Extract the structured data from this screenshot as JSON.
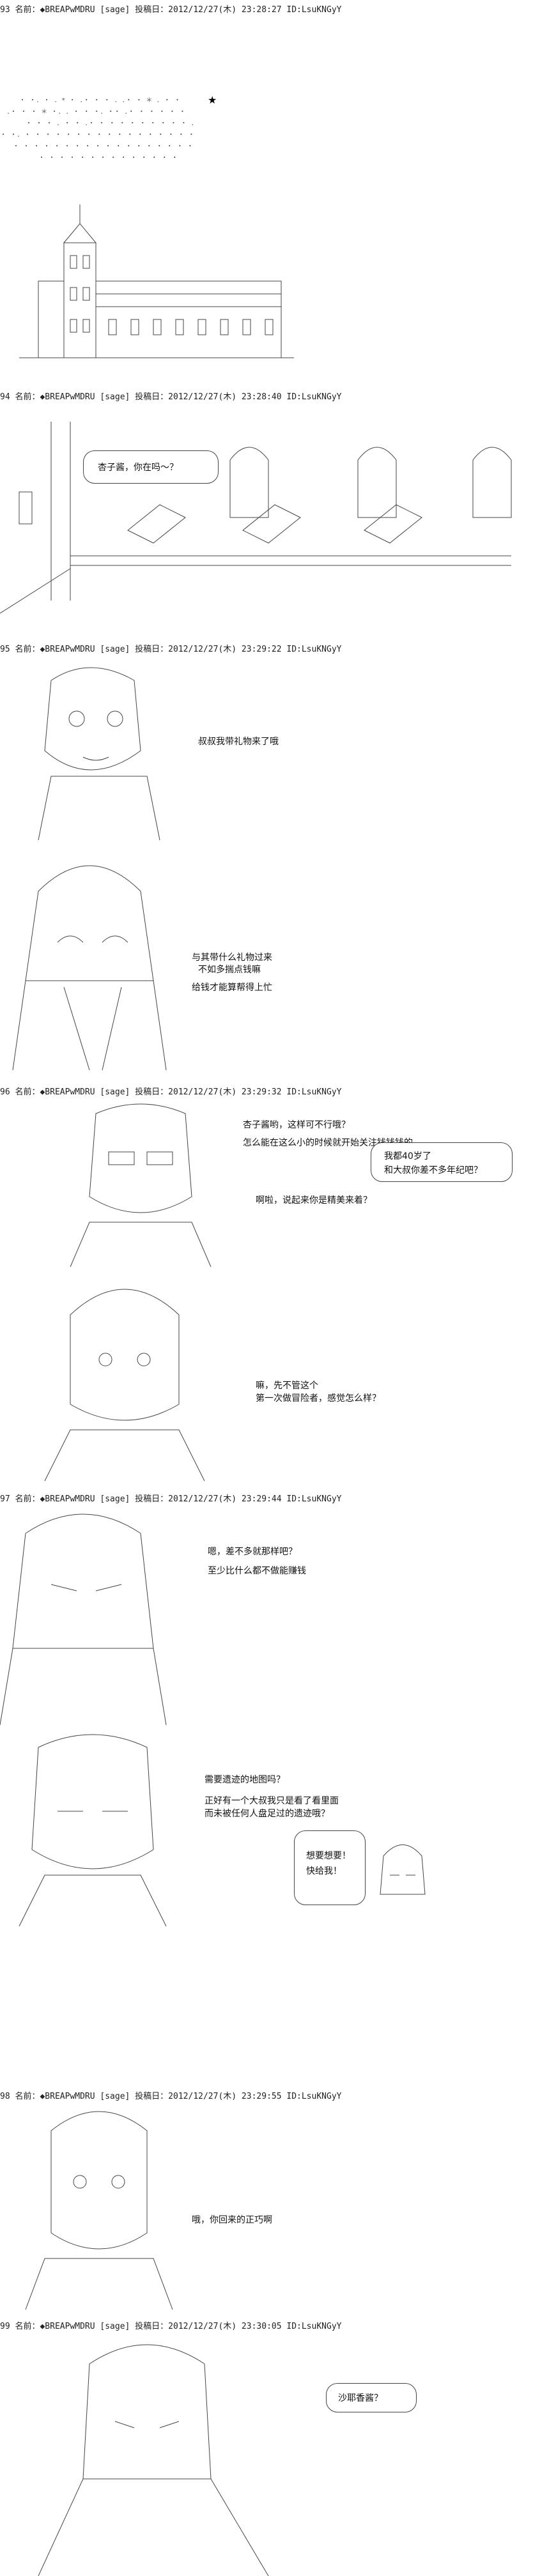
{
  "posts": [
    {
      "header": "93 名前：◆BREAPwMDRU [sage] 投稿日：2012/12/27(木) 23:28:27 ID:LsuKNGyY",
      "lines": []
    },
    {
      "header": "94 名前：◆BREAPwMDRU [sage] 投稿日：2012/12/27(木) 23:28:40 ID:LsuKNGyY",
      "bubble": "杏子酱，你在吗～？",
      "lines": []
    },
    {
      "header": "95 名前：◆BREAPwMDRU [sage] 投稿日：2012/12/27(木) 23:29:22 ID:LsuKNGyY",
      "lines": [
        "叔叔我带礼物来了哦",
        "与其带什么礼物过来",
        "不如多揣点钱嘛",
        "给钱才能算帮得上忙"
      ]
    },
    {
      "header": "96 名前：◆BREAPwMDRU [sage] 投稿日：2012/12/27(木) 23:29:32 ID:LsuKNGyY",
      "lines": [
        "杏子酱哟，这样可不行哦？",
        "怎么能在这么小的时候就开始关注钱钱钱的",
        "啊啦，说起来你是精美来着？",
        "嘛，先不管这个",
        "第一次做冒险者，感觉怎么样？"
      ],
      "bubble": [
        "我都40岁了",
        "和大叔你差不多年纪吧？"
      ]
    },
    {
      "header": "97 名前：◆BREAPwMDRU [sage] 投稿日：2012/12/27(木) 23:29:44 ID:LsuKNGyY",
      "lines": [
        "嗯，差不多就那样吧？",
        "至少比什么都不做能赚钱",
        "需要遗迹的地图吗？",
        "正好有一个大叔我只是看了看里面",
        "而未被任何人盘足过的遗迹哦？"
      ],
      "bubble": [
        "想要想要！",
        "快给我！"
      ]
    },
    {
      "header": "98 名前：◆BREAPwMDRU [sage] 投稿日：2012/12/27(木) 23:29:55 ID:LsuKNGyY",
      "lines": [
        "哦，你回来的正巧啊"
      ]
    },
    {
      "header": "99 名前：◆BREAPwMDRU [sage] 投稿日：2012/12/27(木) 23:30:05 ID:LsuKNGyY",
      "bubble": "沙耶香酱？",
      "lines": []
    }
  ],
  "icons": [
    "castle-art",
    "window-art",
    "man-face-art",
    "girl-art",
    "woman-face-art"
  ]
}
